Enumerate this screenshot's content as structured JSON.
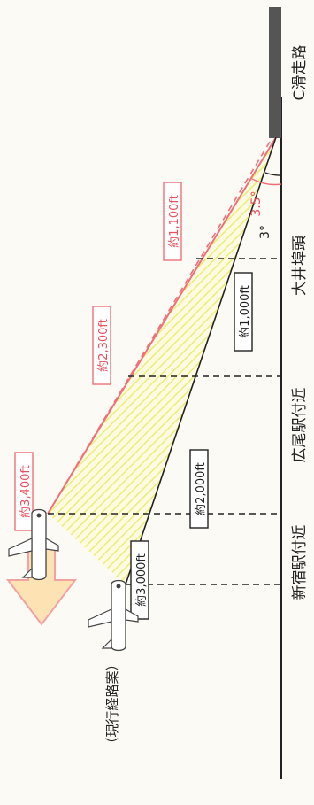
{
  "runway": "C滑走路",
  "locations": {
    "oi": "大井埠頭",
    "hiroo": "広尾駅付近",
    "shinjuku": "新宿駅付近"
  },
  "altitudes_new_route": {
    "runway_end": "約1,100ft",
    "oi": "約2,300ft",
    "shinjuku": "約3,400ft"
  },
  "altitudes_current_route": {
    "oi": "約1,000ft",
    "hiroo": "約2,000ft",
    "shinjuku": "約3,000ft"
  },
  "angles": {
    "new": "3.5°",
    "current": "3°"
  },
  "current_route_label": "（現行経路案）",
  "colors": {
    "new_route": "#f0707a",
    "current_route": "#222222",
    "hatch": "#e8ec6a",
    "arrow_fill": "#fde2b4",
    "arrow_stroke": "#f3a2a2",
    "runway": "#555555"
  }
}
